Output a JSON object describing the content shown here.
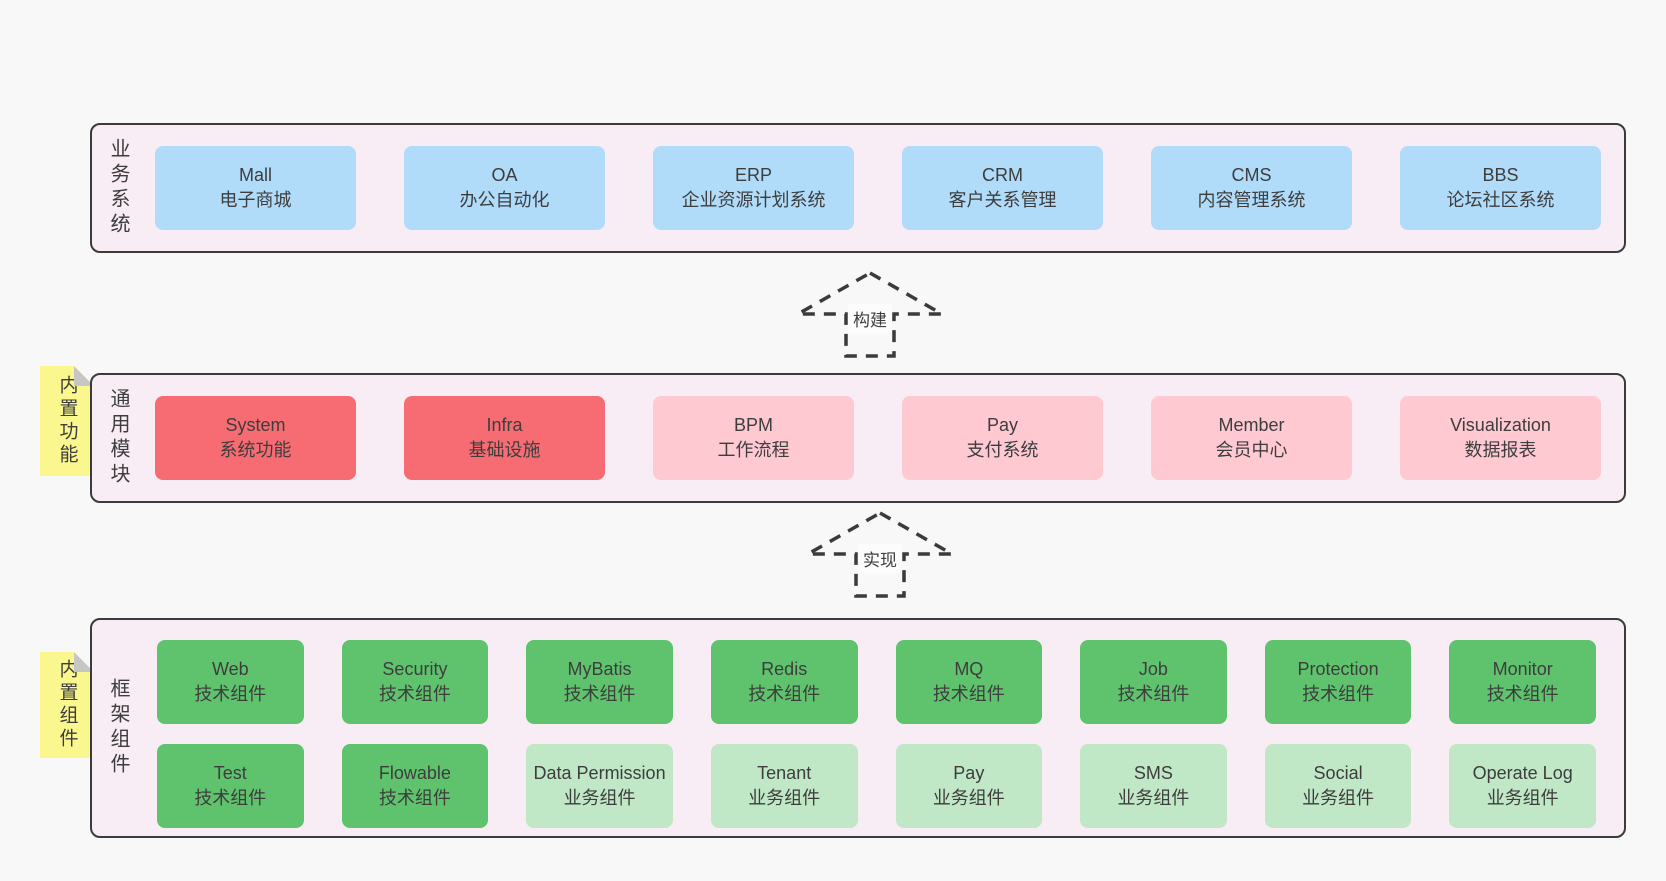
{
  "colors": {
    "page_bg": "#f8f8f8",
    "layer_bg": "#f8ecf5",
    "layer_border": "#3b3b3b",
    "blue_box": "#b0dcfa",
    "red_box": "#f76c73",
    "pink_box": "#ffc9d2",
    "green_box": "#5fc36e",
    "light_green_box": "#c0e7c6",
    "note_bg": "#faf78e",
    "note_fold": "#c6c6c6",
    "text": "#3d3d3d"
  },
  "business": {
    "label": "业务系统",
    "boxes": [
      {
        "title": "Mall",
        "subtitle": "电子商城",
        "variant": "blue"
      },
      {
        "title": "OA",
        "subtitle": "办公自动化",
        "variant": "blue"
      },
      {
        "title": "ERP",
        "subtitle": "企业资源计划系统",
        "variant": "blue"
      },
      {
        "title": "CRM",
        "subtitle": "客户关系管理",
        "variant": "blue"
      },
      {
        "title": "CMS",
        "subtitle": "内容管理系统",
        "variant": "blue"
      },
      {
        "title": "BBS",
        "subtitle": "论坛社区系统",
        "variant": "blue"
      }
    ]
  },
  "arrows": {
    "build": "构建",
    "implement": "实现"
  },
  "modules": {
    "label": "通用模块",
    "note": "内置功能",
    "boxes": [
      {
        "title": "System",
        "subtitle": "系统功能",
        "variant": "red"
      },
      {
        "title": "Infra",
        "subtitle": "基础设施",
        "variant": "red"
      },
      {
        "title": "BPM",
        "subtitle": "工作流程",
        "variant": "pink"
      },
      {
        "title": "Pay",
        "subtitle": "支付系统",
        "variant": "pink"
      },
      {
        "title": "Member",
        "subtitle": "会员中心",
        "variant": "pink"
      },
      {
        "title": "Visualization",
        "subtitle": "数据报表",
        "variant": "pink"
      }
    ]
  },
  "framework": {
    "label": "框架组件",
    "note": "内置组件",
    "row1": [
      {
        "title": "Web",
        "subtitle": "技术组件",
        "variant": "green"
      },
      {
        "title": "Security",
        "subtitle": "技术组件",
        "variant": "green"
      },
      {
        "title": "MyBatis",
        "subtitle": "技术组件",
        "variant": "green"
      },
      {
        "title": "Redis",
        "subtitle": "技术组件",
        "variant": "green"
      },
      {
        "title": "MQ",
        "subtitle": "技术组件",
        "variant": "green"
      },
      {
        "title": "Job",
        "subtitle": "技术组件",
        "variant": "green"
      },
      {
        "title": "Protection",
        "subtitle": "技术组件",
        "variant": "green"
      },
      {
        "title": "Monitor",
        "subtitle": "技术组件",
        "variant": "green"
      }
    ],
    "row2": [
      {
        "title": "Test",
        "subtitle": "技术组件",
        "variant": "green"
      },
      {
        "title": "Flowable",
        "subtitle": "技术组件",
        "variant": "green"
      },
      {
        "title": "Data Permission",
        "subtitle": "业务组件",
        "variant": "light-green"
      },
      {
        "title": "Tenant",
        "subtitle": "业务组件",
        "variant": "light-green"
      },
      {
        "title": "Pay",
        "subtitle": "业务组件",
        "variant": "light-green"
      },
      {
        "title": "SMS",
        "subtitle": "业务组件",
        "variant": "light-green"
      },
      {
        "title": "Social",
        "subtitle": "业务组件",
        "variant": "light-green"
      },
      {
        "title": "Operate Log",
        "subtitle": "业务组件",
        "variant": "light-green"
      }
    ]
  }
}
